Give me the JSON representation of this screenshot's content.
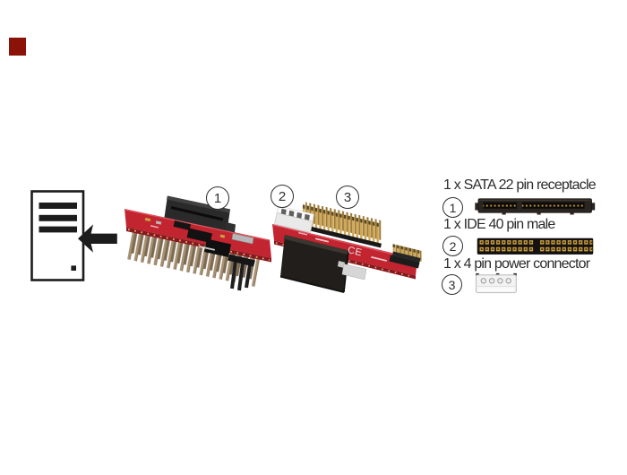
{
  "logo_square": {
    "color": "#8a1208"
  },
  "callouts": [
    "1",
    "2",
    "3"
  ],
  "legend": {
    "items": [
      {
        "num": "1",
        "label": "1 x SATA 22 pin receptacle",
        "icon": "sata-22pin-receptacle-graphic"
      },
      {
        "num": "2",
        "label": "1 x IDE 40 pin male",
        "icon": "ide-40pin-male-graphic"
      },
      {
        "num": "3",
        "label": "1 x 4 pin power connector",
        "icon": "4pin-power-connector-graphic"
      }
    ]
  },
  "boards": {
    "board2_silkscreen": "CE"
  },
  "icons": {
    "left_icon": "document-with-arrow-icon"
  },
  "colors": {
    "pcb_red": "#c22430",
    "pcb_edge_dark": "#871722",
    "pin_gold": "#cda452",
    "connector_black": "#24211e",
    "molex_white": "#efefef",
    "text": "#2c2c2c",
    "logo_red": "#8a1208"
  }
}
